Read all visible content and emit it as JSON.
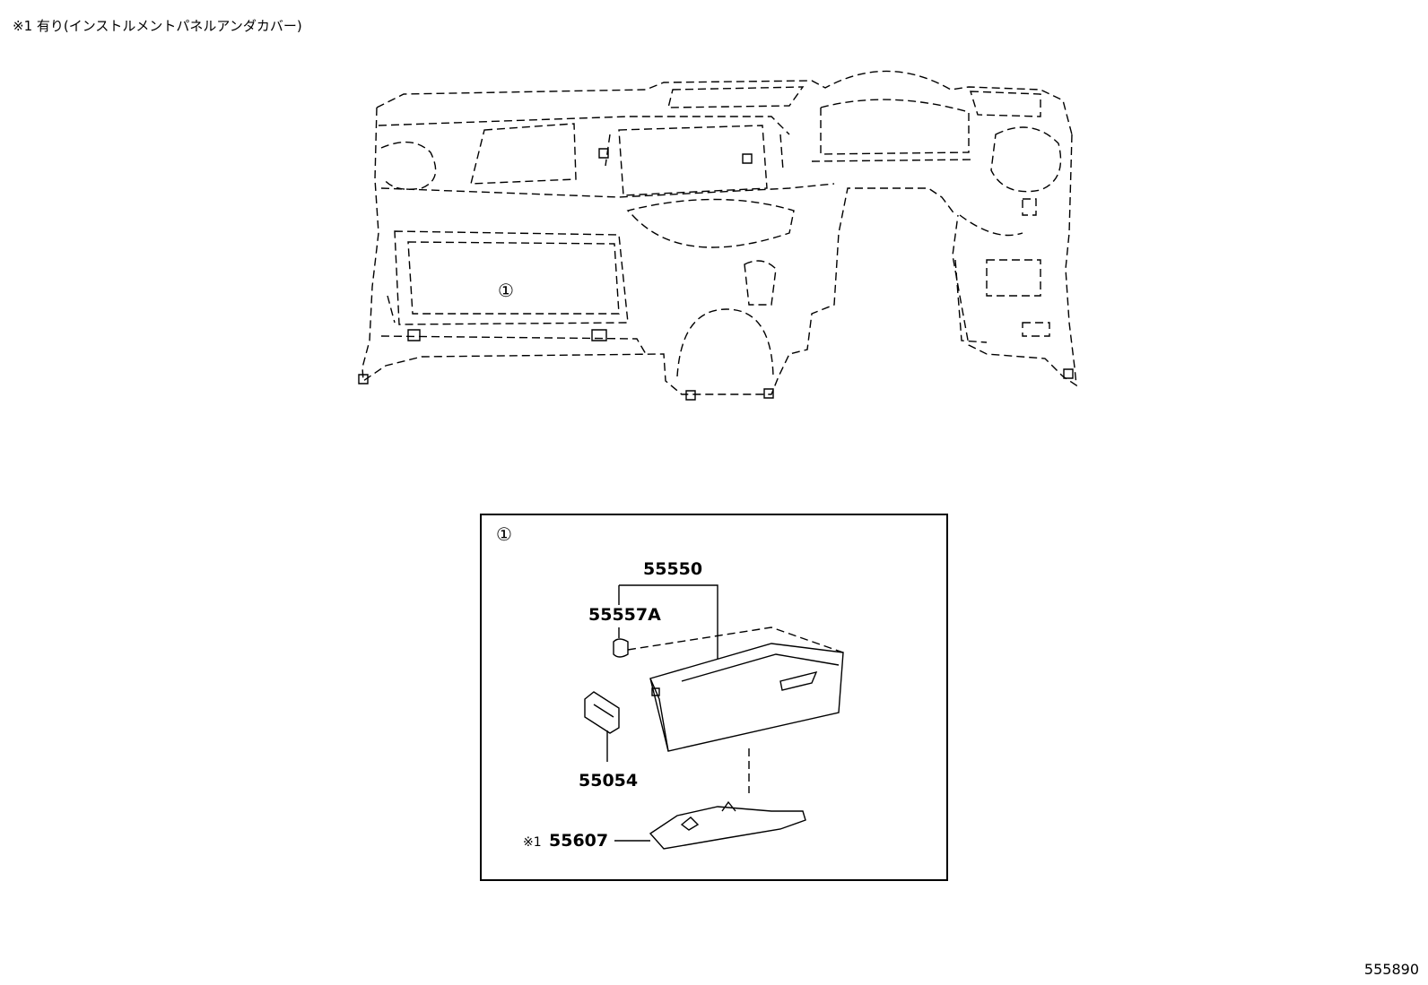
{
  "header_note": "※1 有り(インストルメントパネルアンダカバー)",
  "callout_marker": "①",
  "detail_box": {
    "marker": "①",
    "parts": {
      "p55550": "55550",
      "p55557a": "55557A",
      "p55054": "55054",
      "p55607_prefix": "※1",
      "p55607": "55607"
    }
  },
  "diagram_id": "555890"
}
